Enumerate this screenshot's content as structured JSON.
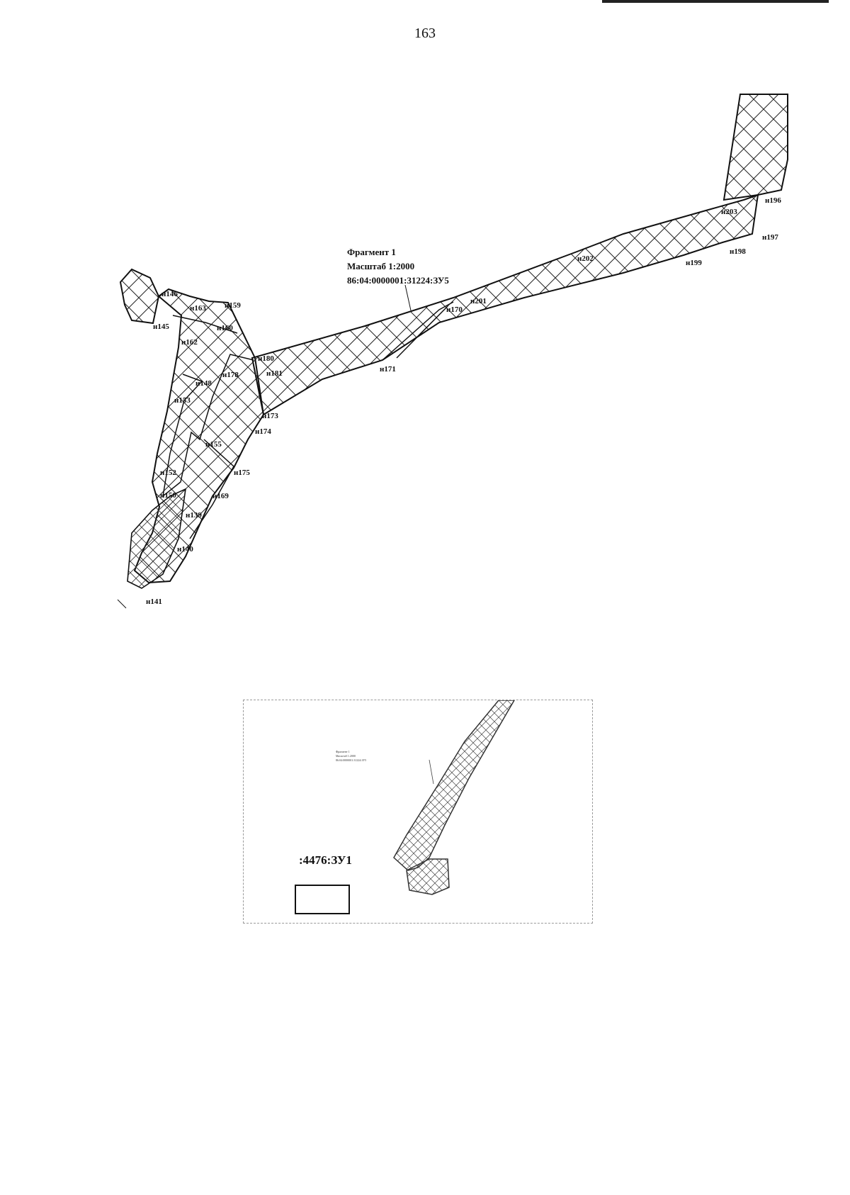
{
  "page": {
    "number": "163"
  },
  "fragment": {
    "title": "Фрагмент 1",
    "scale": "Масштаб 1:2000",
    "cadastral": "86:04:0000001:31224:ЗУ5"
  },
  "points": [
    "н146",
    "н163",
    "н159",
    "н145",
    "н160",
    "н162",
    "н180",
    "н178",
    "н181",
    "н148",
    "н153",
    "н173",
    "н174",
    "н155",
    "н152",
    "н175",
    "н150",
    "н169",
    "н139",
    "н140",
    "н141",
    "н171",
    "н170",
    "н201",
    "н202",
    "н199",
    "н198",
    "н197",
    "н203",
    "н196"
  ],
  "inset": {
    "label": ":4476:ЗУ1"
  }
}
